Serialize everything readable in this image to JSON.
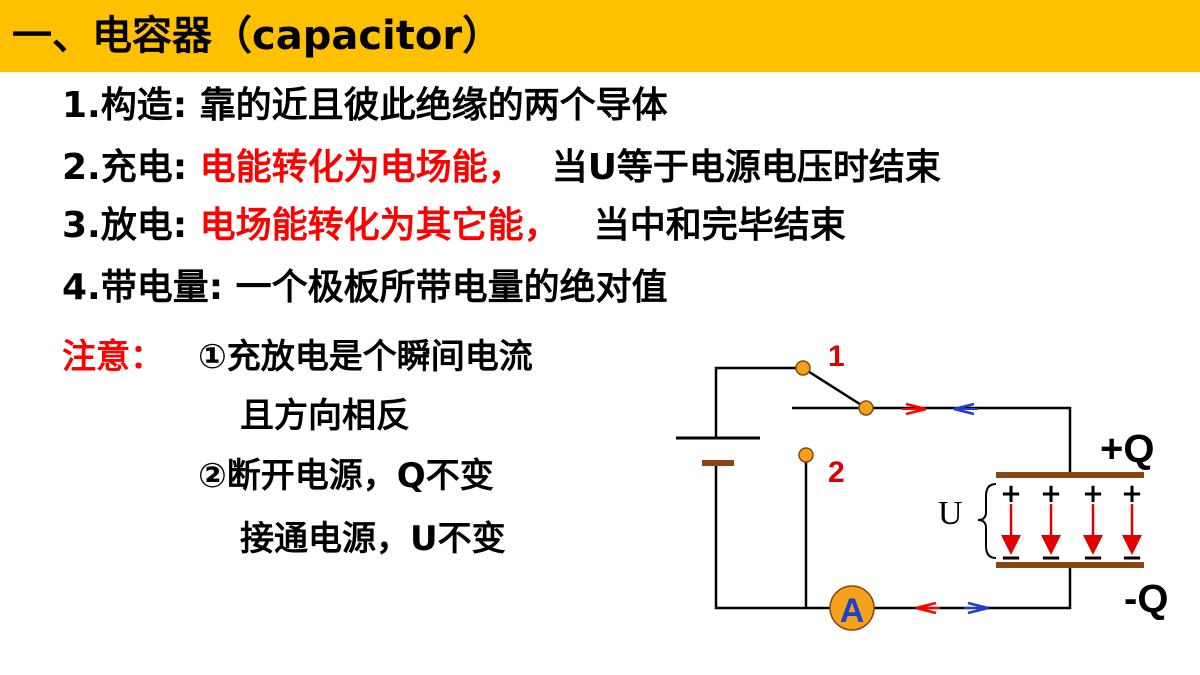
{
  "title": "一、电容器（capacitor）",
  "points": [
    {
      "num": "1.",
      "label": "构造: ",
      "text": "靠的近且彼此绝缘的两个导体",
      "red": "",
      "rest": ""
    },
    {
      "num": "2.",
      "label": "充电: ",
      "text": "",
      "red": "电能转化为电场能，",
      "rest": "当U等于电源电压时结束"
    },
    {
      "num": "3.",
      "label": "放电: ",
      "text": "",
      "red": "电场能转化为其它能，",
      "rest": "当中和完毕结束"
    },
    {
      "num": "4.",
      "label": "带电量: ",
      "text": "一个极板所带电量的绝对值",
      "red": "",
      "rest": ""
    }
  ],
  "notes": {
    "label": "注意：",
    "n1_line1": "①充放电是个瞬间电流",
    "n1_line2": "且方向相反",
    "n2_line1": "②断开电源，Q不变",
    "n2_line2": "接通电源，U不变"
  },
  "circuit": {
    "terminal_1": "1",
    "terminal_2": "2",
    "plus_q": "+Q",
    "minus_q": "-Q",
    "voltage_label": "U",
    "ammeter_label": "A",
    "plate_sign_top": "+",
    "plate_sign_bottom": "−",
    "colors": {
      "wire": "#000000",
      "plate": "#8B4513",
      "contact": "#F4A21C",
      "field_arrow": "#E00000",
      "current_red": "#FF0000",
      "current_blue": "#1E3FCC",
      "ammeter": "#F4A21C",
      "ammeter_text": "#1E3FCC",
      "battery_neg": "#8B4513"
    }
  }
}
